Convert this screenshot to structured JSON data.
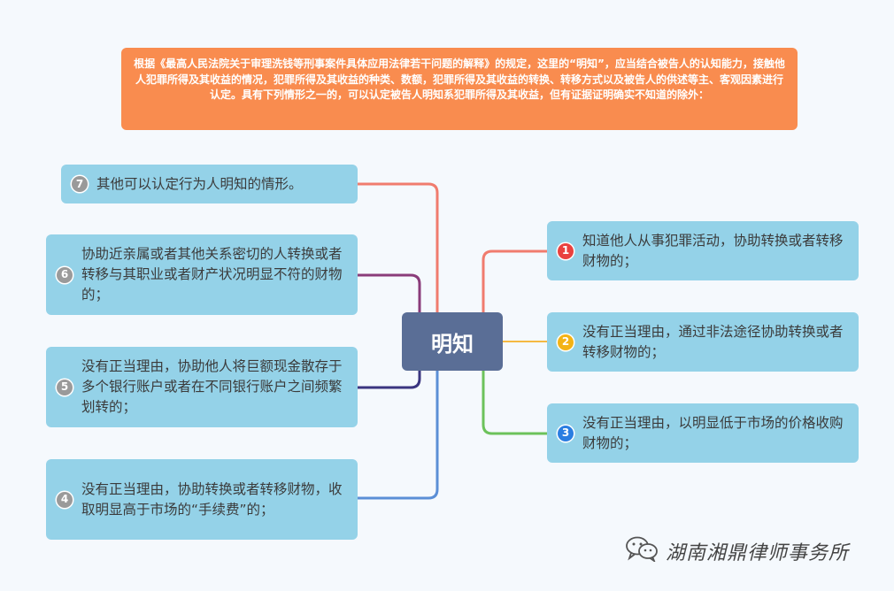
{
  "header": {
    "text": "根据《最高人民法院关于审理洗钱等刑事案件具体应用法律若干问题的解释》的规定，这里的“明知”，应当结合被告人的认知能力，接触他人犯罪所得及其收益的情况，犯罪所得及其收益的种类、数额，犯罪所得及其收益的转换、转移方式以及被告人的供述等主、客观因素进行认定。具有下列情形之一的，可以认定被告人明知系犯罪所得及其收益，但有证据证明确实不知道的除外："
  },
  "center": {
    "label": "明知"
  },
  "nodes": [
    {
      "num": "1",
      "color": "#e9413f",
      "text": "知道他人从事犯罪活动，协助转换或者转移财物的；"
    },
    {
      "num": "2",
      "color": "#f3b316",
      "text": "没有正当理由，通过非法途径协助转换或者转移财物的；"
    },
    {
      "num": "3",
      "color": "#2a7de1",
      "text": "没有正当理由，以明显低于市场的价格收购财物的；"
    },
    {
      "num": "4",
      "color": "#9a9a9a",
      "text": "没有正当理由，协助转换或者转移财物，收取明显高于市场的“手续费”的；"
    },
    {
      "num": "5",
      "color": "#9a9a9a",
      "text": "没有正当理由，协助他人将巨额现金散存于多个银行账户或者在不同银行账户之间频繁划转的；"
    },
    {
      "num": "6",
      "color": "#9a9a9a",
      "text": "协助近亲属或者其他关系密切的人转换或者转移与其职业或者财产状况明显不符的财物的；"
    },
    {
      "num": "7",
      "color": "#9a9a9a",
      "text": "其他可以认定行为人明知的情形。"
    }
  ],
  "connector_colors": [
    "#f07c6e",
    "#f5b942",
    "#6cc25b",
    "#5b8fd6",
    "#3a3580",
    "#8a3c7a",
    "#f07c6e"
  ],
  "watermark": {
    "text": "湖南湘鼎律师事务所",
    "icon": "wechat-icon"
  }
}
